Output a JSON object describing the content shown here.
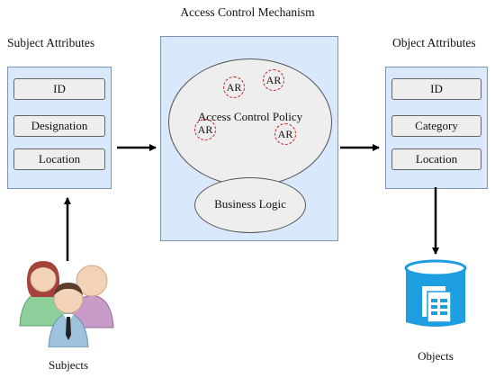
{
  "title": "Access Control Mechanism",
  "subject_attributes": {
    "heading": "Subject Attributes",
    "items": [
      "ID",
      "Designation",
      "Location"
    ]
  },
  "object_attributes": {
    "heading": "Object Attributes",
    "items": [
      "ID",
      "Category",
      "Location"
    ]
  },
  "mechanism": {
    "policy_label": "Access Control Policy",
    "rule_label": "AR",
    "business_logic_label": "Business Logic"
  },
  "subjects_label": "Subjects",
  "objects_label": "Objects",
  "colors": {
    "panel_fill": "#dae8fc",
    "rule_ring": "#cc2222",
    "database": "#1e9ee0"
  },
  "icons": [
    "users-group-icon",
    "database-document-icon"
  ]
}
